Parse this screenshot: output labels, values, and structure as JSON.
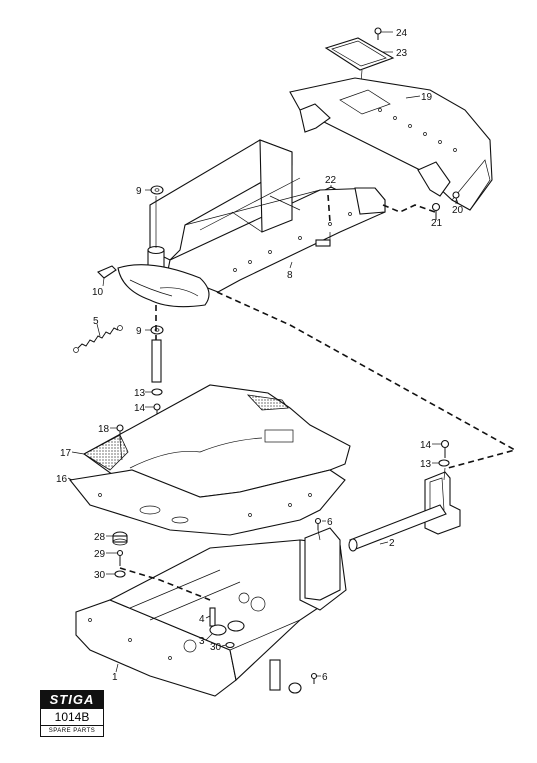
{
  "callouts": [
    "24",
    "23",
    "19",
    "9",
    "22",
    "20",
    "21",
    "8",
    "10",
    "5",
    "9",
    "13",
    "14",
    "18",
    "17",
    "16",
    "14",
    "13",
    "6",
    "2",
    "28",
    "29",
    "30",
    "4",
    "3",
    "30",
    "1",
    "6"
  ],
  "logo": {
    "brand": "STIGA",
    "code": "1014B",
    "subtitle": "SPARE PARTS"
  }
}
